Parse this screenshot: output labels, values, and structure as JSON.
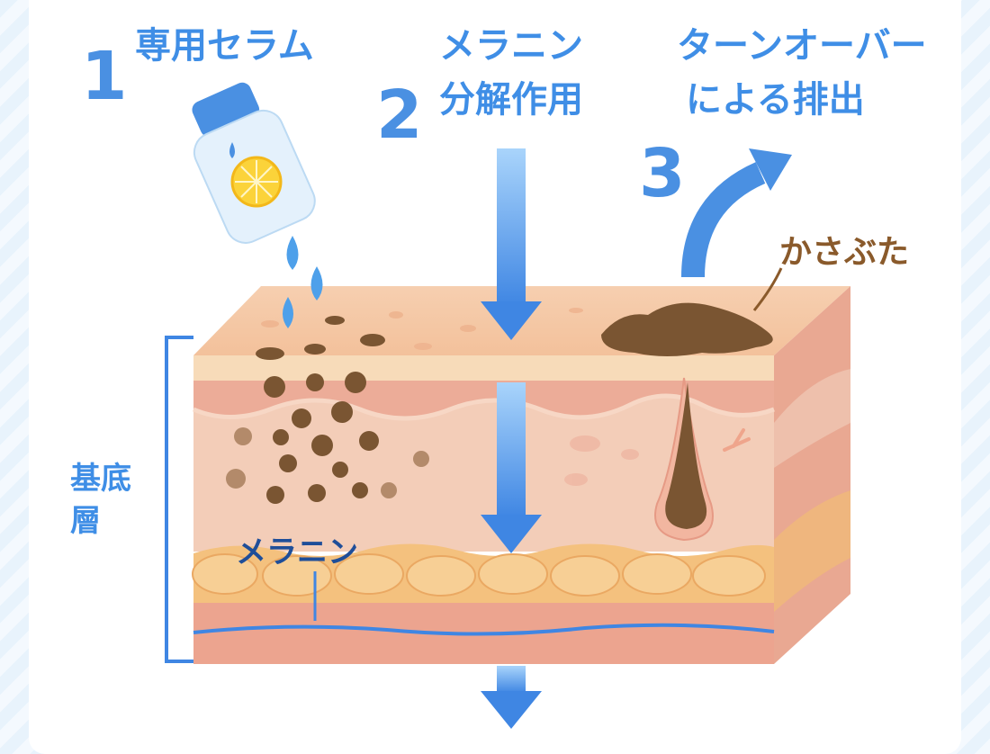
{
  "steps": [
    {
      "number": "1",
      "label": "専用セラム"
    },
    {
      "number": "2",
      "label_line1": "メラニン",
      "label_line2": "分解作用"
    },
    {
      "number": "3",
      "label_line1": "ターンオーバー",
      "label_line2": "による排出"
    }
  ],
  "labels": {
    "scab": "かさぶた",
    "layer_line1": "基底",
    "layer_line2": "層",
    "melanin": "メラニン"
  },
  "colors": {
    "accent_blue": "#4a90e2",
    "label_blue": "#3f8ee6",
    "dark_blue": "#1f4e99",
    "melanin_brown": "#7a5532",
    "skin_top": "#f6c9a4",
    "fat_layer": "#f4c17e"
  }
}
